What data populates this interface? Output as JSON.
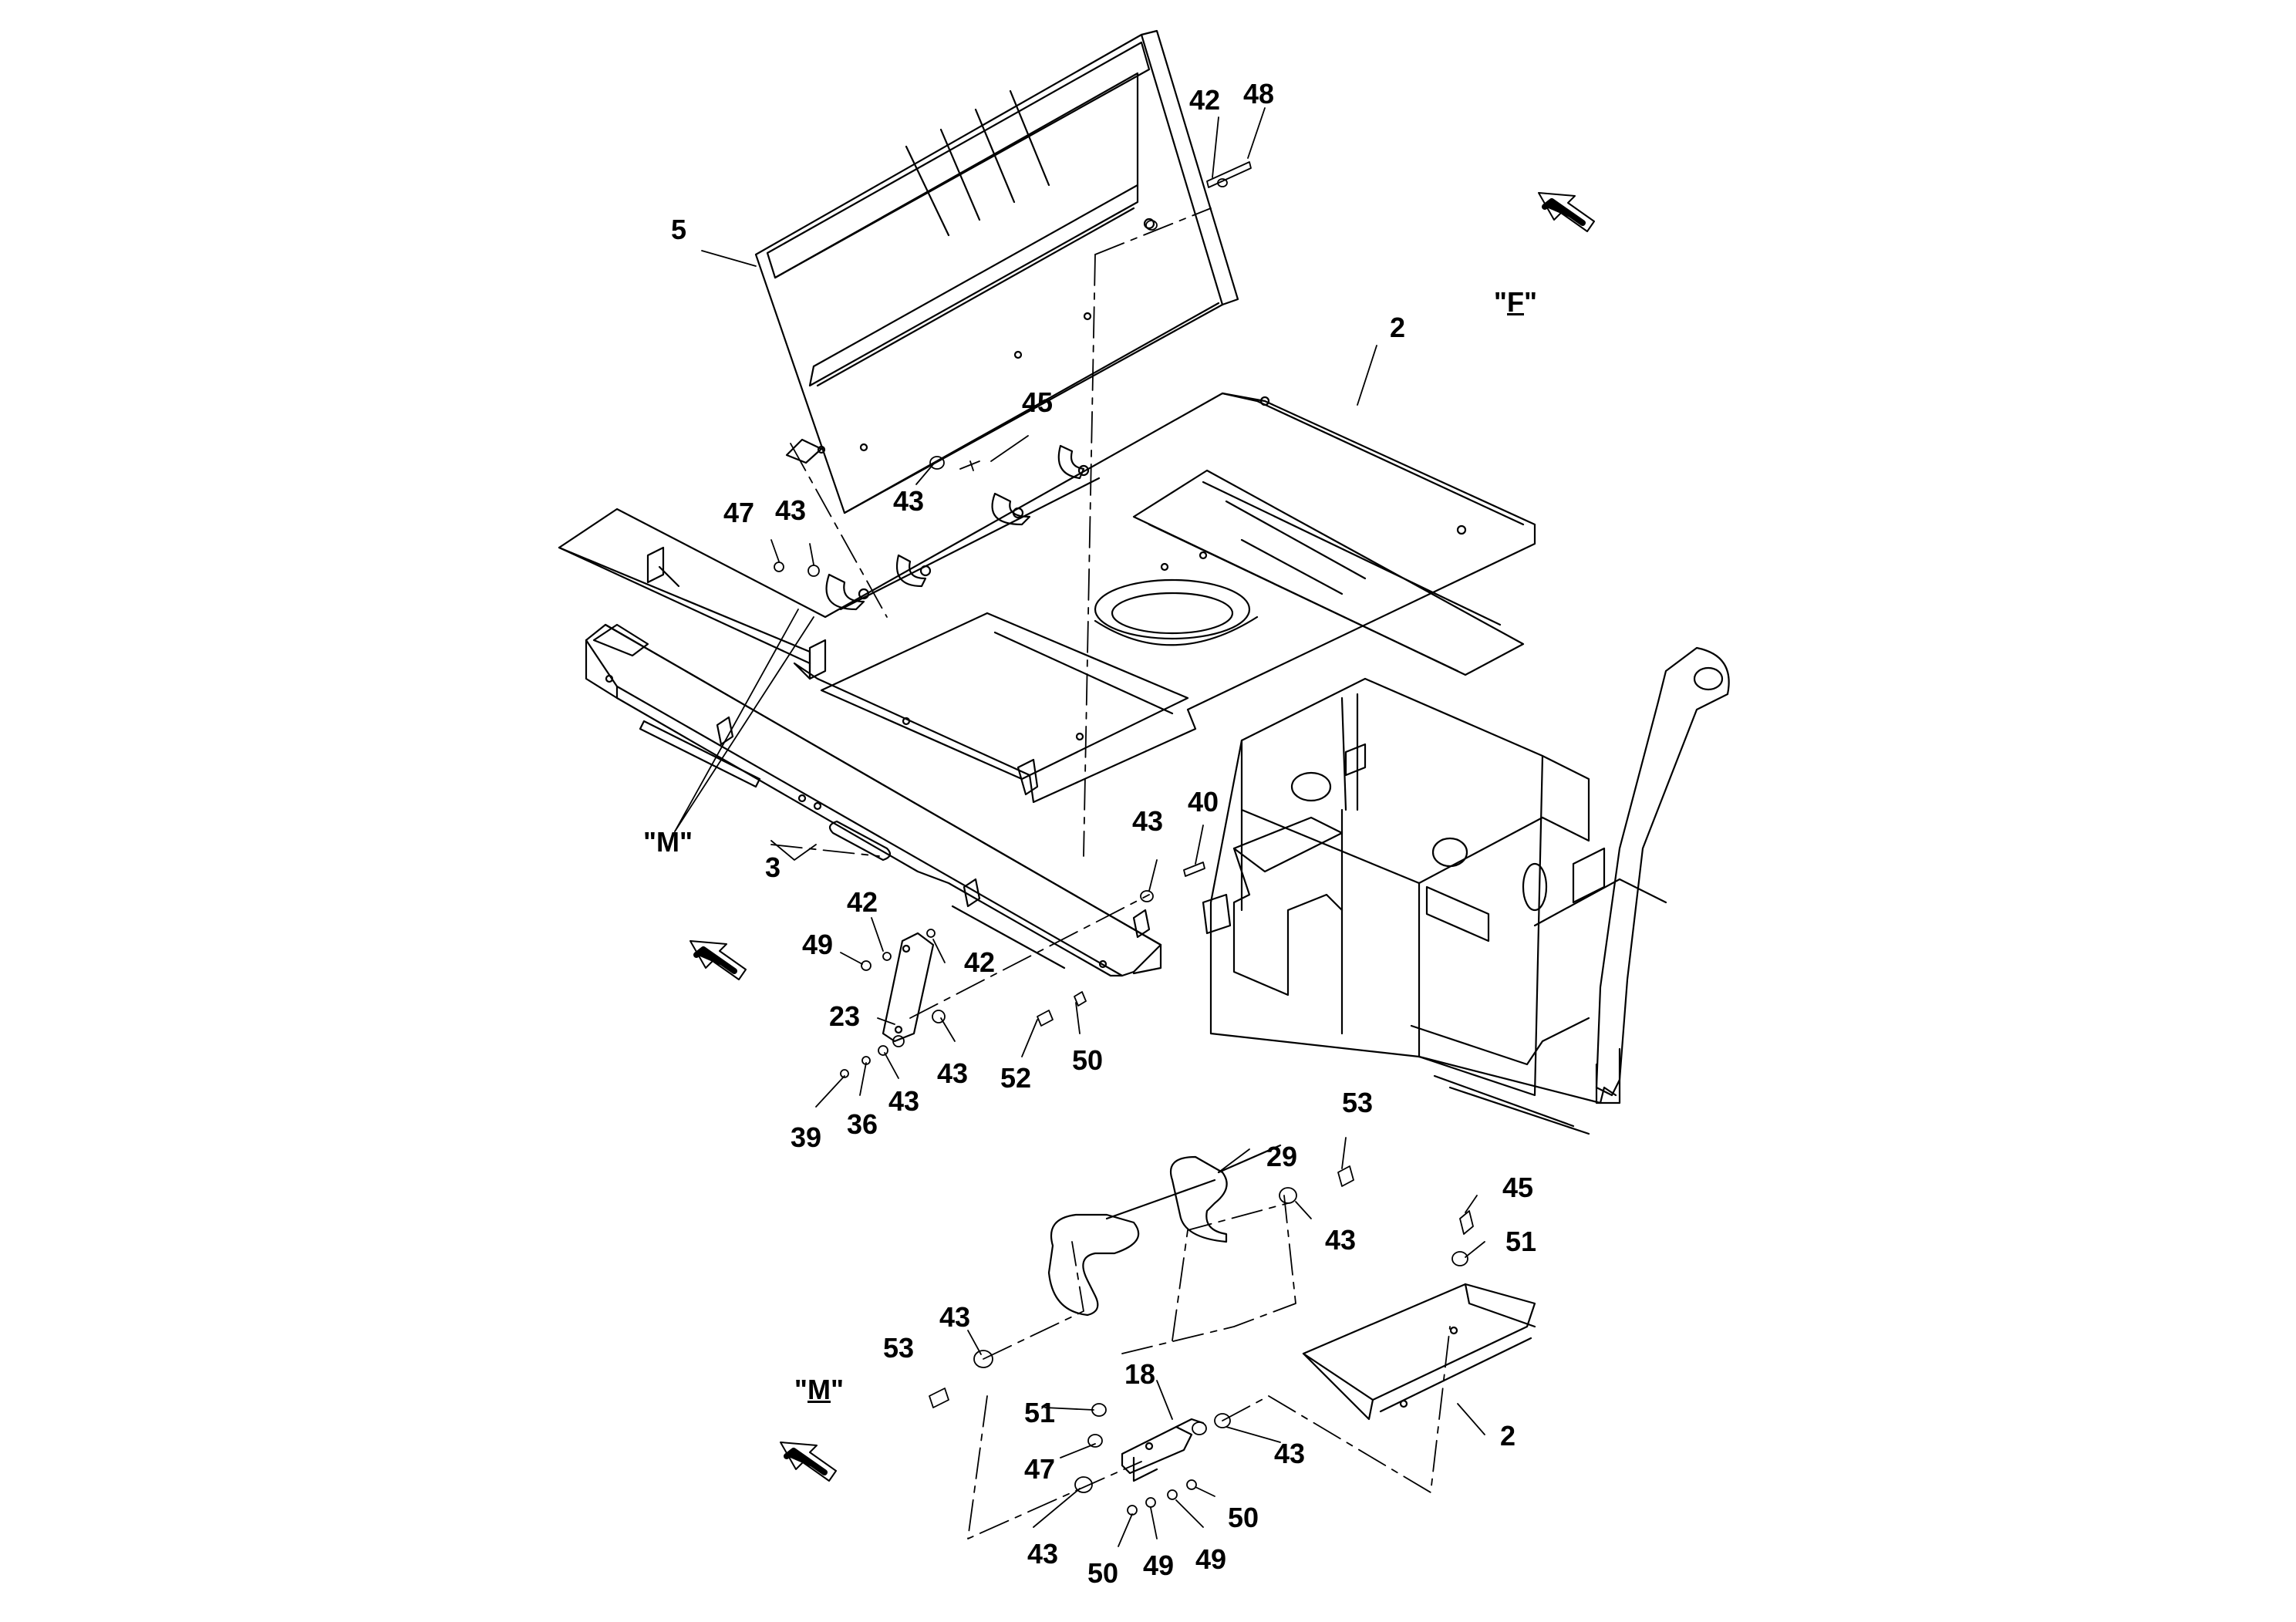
{
  "views": {
    "f_label": {
      "open": "\"",
      "letter": "F",
      "close": "\""
    },
    "m_label": {
      "open": "\"",
      "letter": "M",
      "close": "\""
    },
    "m_reference": "\"M\""
  },
  "callouts": {
    "c5": "5",
    "c42a": "42",
    "c48": "48",
    "c2a": "2",
    "c45a": "45",
    "c43a": "43",
    "c47a": "47",
    "c43b": "43",
    "c43c": "43",
    "c40": "40",
    "c3": "3",
    "c42b": "42",
    "c49a": "49",
    "c42c": "42",
    "c23": "23",
    "c43d": "43",
    "c43e": "43",
    "c52": "52",
    "c50a": "50",
    "c39": "39",
    "c36": "36",
    "c53a": "53",
    "c29": "29",
    "c43f": "43",
    "c45b": "45",
    "c51a": "51",
    "c43g": "43",
    "c53b": "53",
    "c18": "18",
    "c51b": "51",
    "c47b": "47",
    "c43h": "43",
    "c2b": "2",
    "c43i": "43",
    "c50b": "50",
    "c49b": "49",
    "c49c": "49",
    "c50c": "50"
  },
  "colors": {
    "line": "#000000",
    "background": "#ffffff"
  },
  "icons": [
    "direction-arrow-icon"
  ]
}
